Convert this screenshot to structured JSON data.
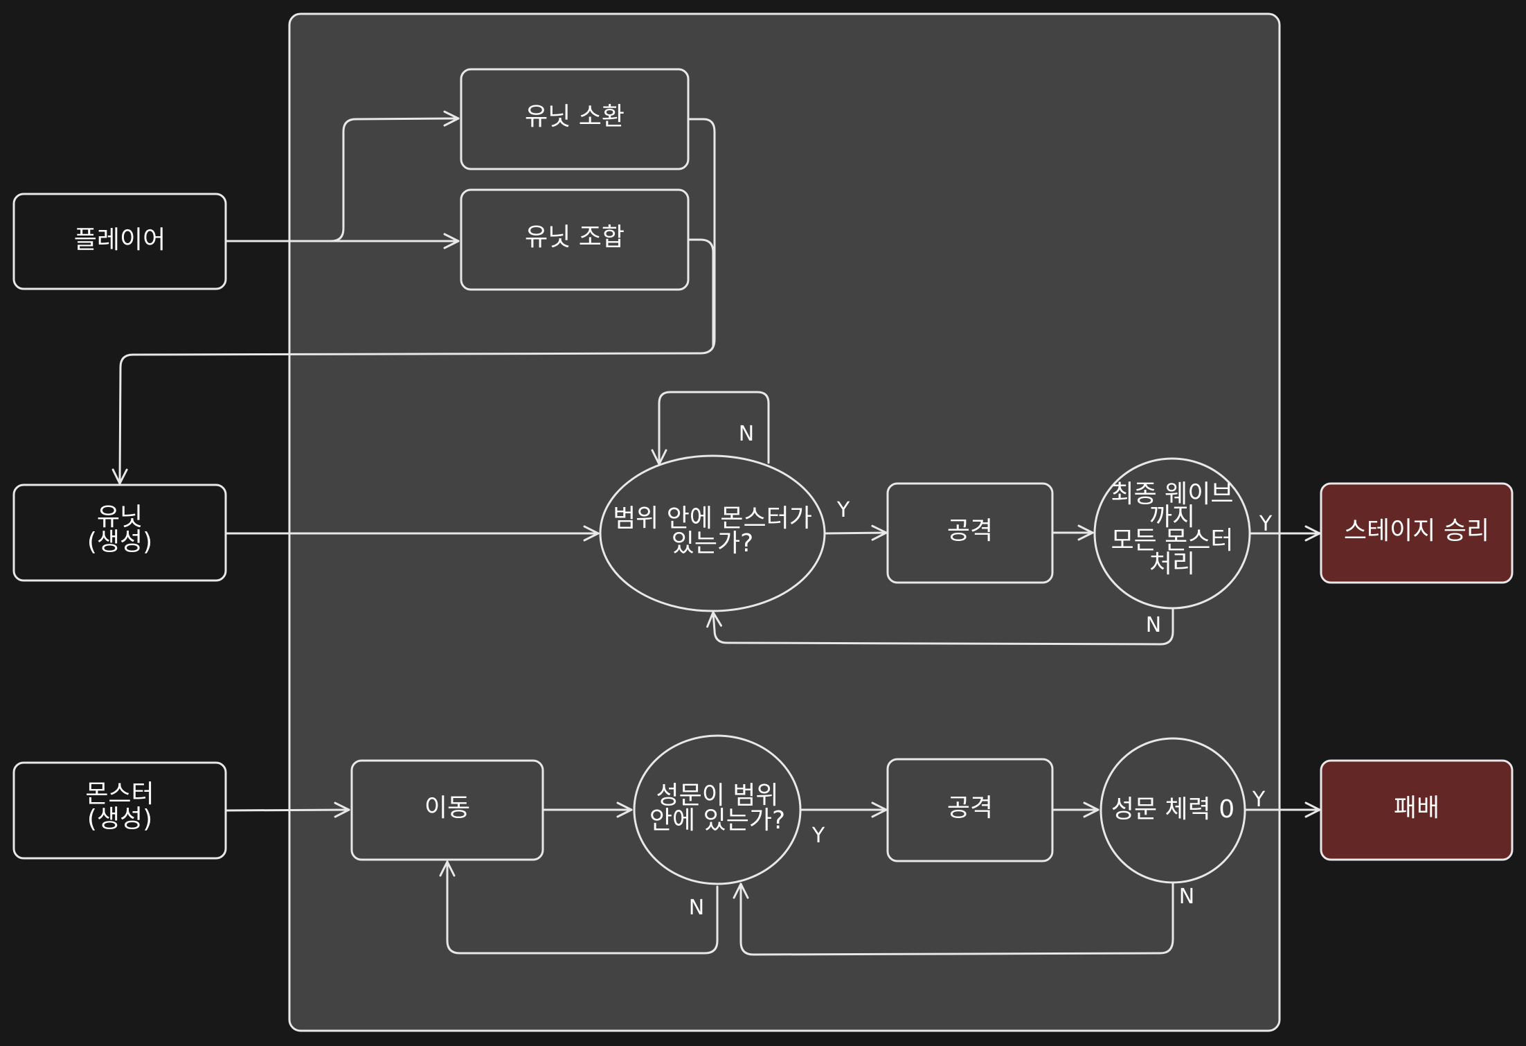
{
  "colors": {
    "background": "#181818",
    "panel": "#434343",
    "node_dark": "#181818",
    "node_panel": "#434343",
    "node_red": "#632826",
    "stroke": "#e8e8e8",
    "text": "#ffffff"
  },
  "nodes": {
    "player": "플레이어",
    "unit_summon": "유닛 소환",
    "unit_combine": "유닛 조합",
    "unit_gen": [
      "유닛",
      "(생성)"
    ],
    "monster_gen": [
      "몬스터",
      "(생성)"
    ],
    "in_range": [
      "범위 안에 몬스터가",
      "있는가?"
    ],
    "attack_unit": "공격",
    "final_wave": [
      "최종 웨이브",
      "까지",
      "모든 몬스터",
      "처리"
    ],
    "stage_win": "스테이지 승리",
    "move": "이동",
    "gate_in_range": [
      "성문이 범위",
      "안에 있는가?"
    ],
    "attack_monster": "공격",
    "gate_hp": "성문 체력 0",
    "defeat": "패배"
  },
  "edge_labels": {
    "range_no": "N",
    "range_yes": "Y",
    "wave_yes": "Y",
    "wave_no": "N",
    "gate_yes": "Y",
    "gate_no": "N",
    "hp_yes": "Y",
    "hp_no": "N"
  }
}
